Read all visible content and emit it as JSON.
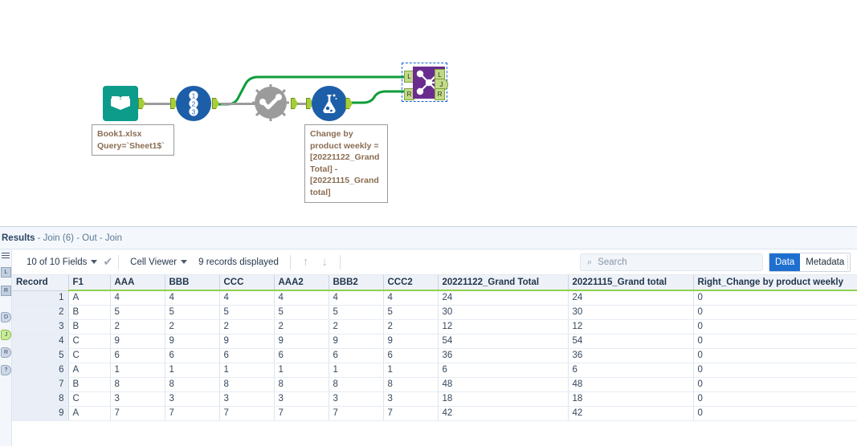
{
  "canvas": {
    "tools": [
      {
        "name": "input-data-tool",
        "type": "input-book-icon",
        "label": ""
      },
      {
        "name": "record-id-tool",
        "type": "numbers-123-icon",
        "label": ""
      },
      {
        "name": "disabled-gear-tool",
        "type": "gear-check-icon",
        "label": ""
      },
      {
        "name": "formula-tool",
        "type": "flask-icon",
        "label": ""
      },
      {
        "name": "join-tool",
        "type": "join-hub-icon",
        "label": ""
      }
    ],
    "join_anchors": {
      "in_left": "L",
      "in_right": "R",
      "out_left": "L",
      "out_join": "J",
      "out_right": "R"
    },
    "annotations": [
      {
        "name": "input-annotation",
        "text": "Book1.xlsx\nQuery=`Sheet1$`"
      },
      {
        "name": "formula-annotation",
        "text": "Change by\nproduct weekly =\n[20221122_Grand\nTotal] -\n[20221115_Grand\ntotal]"
      }
    ]
  },
  "results": {
    "title_strong": "Results",
    "title_sub": "- Join (6) - Out - Join",
    "toolbar": {
      "fields_label": "10 of 10 Fields",
      "check_glyph": "✔",
      "cell_viewer_label": "Cell Viewer",
      "records_label": "9 records displayed",
      "up_glyph": "↑",
      "down_glyph": "↓"
    },
    "search": {
      "icon_glyph": "⌕",
      "placeholder": "Search",
      "value": ""
    },
    "view_toggle": {
      "data_label": "Data",
      "metadata_label": "Metadata",
      "active": "Data"
    },
    "rail_icons": [
      "menu-icon",
      "anchor-l",
      "anchor-r",
      "output-d",
      "output-j-selected",
      "output-r2",
      "output-question"
    ],
    "rail_labels": {
      "l": "L",
      "r": "R",
      "d": "D",
      "j": "J",
      "r2": "R",
      "q": "?"
    }
  },
  "table": {
    "columns": [
      "Record",
      "F1",
      "AAA",
      "BBB",
      "CCC",
      "AAA2",
      "BBB2",
      "CCC2",
      "20221122_Grand Total",
      "20221115_Grand total",
      "Right_Change by product weekly"
    ],
    "rows": [
      [
        "1",
        "A",
        "4",
        "4",
        "4",
        "4",
        "4",
        "4",
        "24",
        "24",
        "0"
      ],
      [
        "2",
        "B",
        "5",
        "5",
        "5",
        "5",
        "5",
        "5",
        "30",
        "30",
        "0"
      ],
      [
        "3",
        "B",
        "2",
        "2",
        "2",
        "2",
        "2",
        "2",
        "12",
        "12",
        "0"
      ],
      [
        "4",
        "C",
        "9",
        "9",
        "9",
        "9",
        "9",
        "9",
        "54",
        "54",
        "0"
      ],
      [
        "5",
        "C",
        "6",
        "6",
        "6",
        "6",
        "6",
        "6",
        "36",
        "36",
        "0"
      ],
      [
        "6",
        "A",
        "1",
        "1",
        "1",
        "1",
        "1",
        "1",
        "6",
        "6",
        "0"
      ],
      [
        "7",
        "B",
        "8",
        "8",
        "8",
        "8",
        "8",
        "8",
        "48",
        "48",
        "0"
      ],
      [
        "8",
        "C",
        "3",
        "3",
        "3",
        "3",
        "3",
        "3",
        "18",
        "18",
        "0"
      ],
      [
        "9",
        "A",
        "7",
        "7",
        "7",
        "7",
        "7",
        "7",
        "42",
        "42",
        "0"
      ]
    ]
  },
  "colors": {
    "accent_blue": "#1f6fd0",
    "join_purple": "#6a2d8f",
    "anchor_green": "#a6ce39",
    "wire_green": "#0f9d3a",
    "input_teal": "#0d9b8a",
    "tool_blue": "#1d5ea8",
    "header_underline": "#8fd14f"
  }
}
